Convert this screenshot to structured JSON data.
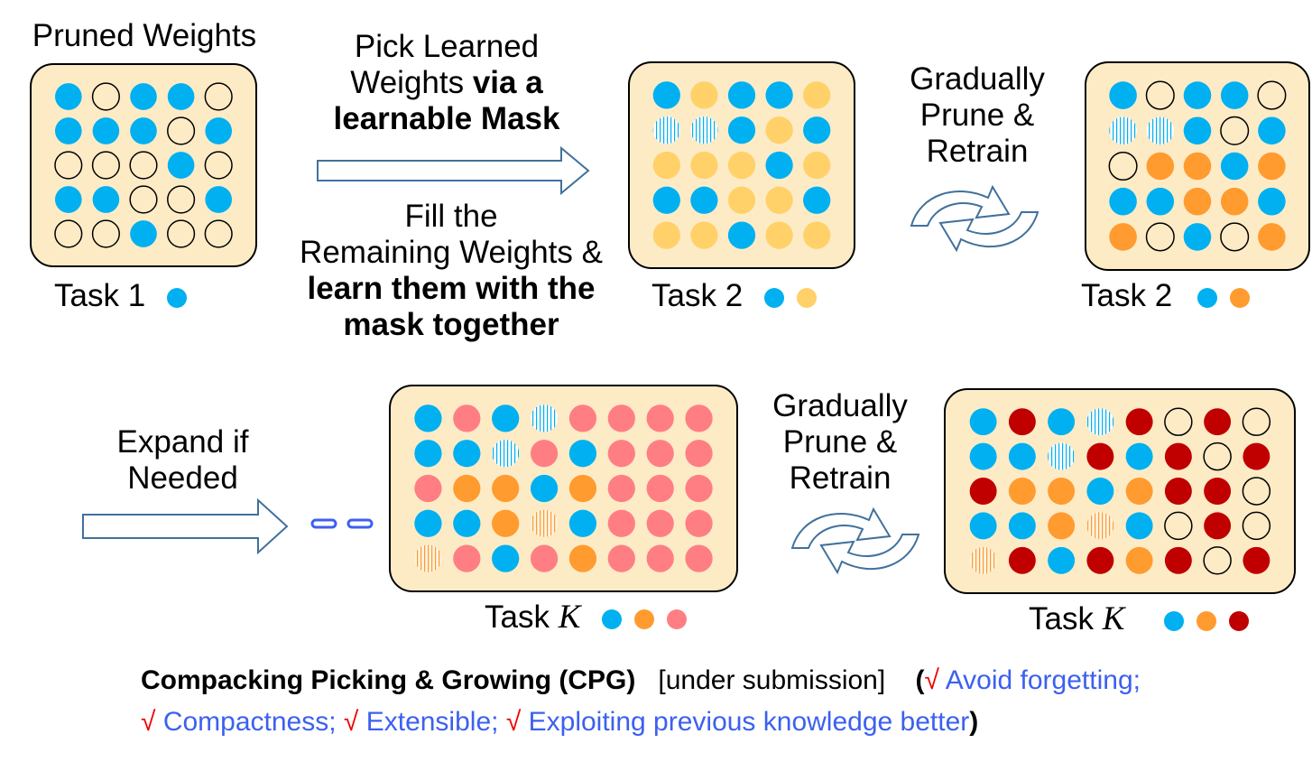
{
  "labels": {
    "pruned_weights": "Pruned Weights",
    "pick_line1": "Pick Learned",
    "pick_line2a": "Weights ",
    "pick_line2b": "via a",
    "pick_line3": "learnable Mask",
    "fill_line1": "Fill the",
    "fill_line2": "Remaining Weights &",
    "fill_line3": "learn them with the",
    "fill_line4": "mask together",
    "gradual_top": [
      "Gradually",
      "Prune &",
      "Retrain"
    ],
    "gradual_bottom": [
      "Gradually",
      "Prune &",
      "Retrain"
    ],
    "expand_line1": "Expand if",
    "expand_line2": "Needed",
    "task1": "Task 1",
    "task2a": "Task 2",
    "task2b": "Task 2",
    "taskk_a_prefix": "Task ",
    "taskk_b_prefix": "Task ",
    "k_symbol": "K"
  },
  "footer": {
    "cpg": "Compacking Picking & Growing (CPG)",
    "submission": "[under submission]",
    "open_paren": "(",
    "check": "√",
    "avoid": "Avoid forgetting;",
    "compact": "Compactness;",
    "extensible": "Extensible;",
    "exploit": "Exploiting previous knowledge better",
    "close_paren": ")"
  },
  "colors": {
    "blue": "#00b0f0",
    "yellow": "#ffd168",
    "orange": "#ff9b2f",
    "pink": "#ff7e84",
    "darkred": "#c00000",
    "panel": "#fdebc6",
    "empty": "#fdebc6",
    "text_blue": "#3c60f0",
    "check_red": "#f00000"
  },
  "grids": {
    "task1": [
      [
        "B",
        "E",
        "B",
        "B",
        "E"
      ],
      [
        "B",
        "B",
        "B",
        "E",
        "B"
      ],
      [
        "E",
        "E",
        "E",
        "B",
        "E"
      ],
      [
        "B",
        "B",
        "E",
        "E",
        "B"
      ],
      [
        "E",
        "E",
        "B",
        "E",
        "E"
      ]
    ],
    "task2a": [
      [
        "B",
        "Y",
        "B",
        "B",
        "Y"
      ],
      [
        "H",
        "H",
        "B",
        "Y",
        "B"
      ],
      [
        "Y",
        "Y",
        "Y",
        "B",
        "Y"
      ],
      [
        "B",
        "B",
        "Y",
        "Y",
        "B"
      ],
      [
        "Y",
        "Y",
        "B",
        "Y",
        "Y"
      ]
    ],
    "task2b": [
      [
        "B",
        "E",
        "B",
        "B",
        "E"
      ],
      [
        "H",
        "H",
        "B",
        "E",
        "B"
      ],
      [
        "E",
        "O",
        "O",
        "B",
        "O"
      ],
      [
        "B",
        "B",
        "O",
        "O",
        "B"
      ],
      [
        "O",
        "E",
        "B",
        "E",
        "O"
      ]
    ],
    "taskKa": [
      [
        "B",
        "P",
        "B",
        "H",
        "P",
        "P",
        "P",
        "P"
      ],
      [
        "B",
        "B",
        "H",
        "P",
        "B",
        "P",
        "P",
        "P"
      ],
      [
        "P",
        "O",
        "O",
        "B",
        "O",
        "P",
        "P",
        "P"
      ],
      [
        "B",
        "B",
        "O",
        "Q",
        "B",
        "P",
        "P",
        "P"
      ],
      [
        "Q",
        "P",
        "B",
        "P",
        "O",
        "P",
        "P",
        "P"
      ]
    ],
    "taskKb": [
      [
        "B",
        "R",
        "B",
        "H",
        "R",
        "E",
        "R",
        "E"
      ],
      [
        "B",
        "B",
        "H",
        "R",
        "B",
        "R",
        "E",
        "R"
      ],
      [
        "R",
        "O",
        "O",
        "B",
        "O",
        "R",
        "R",
        "E"
      ],
      [
        "B",
        "B",
        "O",
        "Q",
        "B",
        "E",
        "R",
        "E"
      ],
      [
        "Q",
        "R",
        "B",
        "R",
        "O",
        "R",
        "E",
        "R"
      ]
    ]
  },
  "legends": {
    "task1": [
      "#00b0f0"
    ],
    "task2a": [
      "#00b0f0",
      "#ffd168"
    ],
    "task2b": [
      "#00b0f0",
      "#ff9b2f"
    ],
    "taskKa": [
      "#00b0f0",
      "#ff9b2f",
      "#ff7e84"
    ],
    "taskKb": [
      "#00b0f0",
      "#ff9b2f",
      "#c00000"
    ]
  }
}
